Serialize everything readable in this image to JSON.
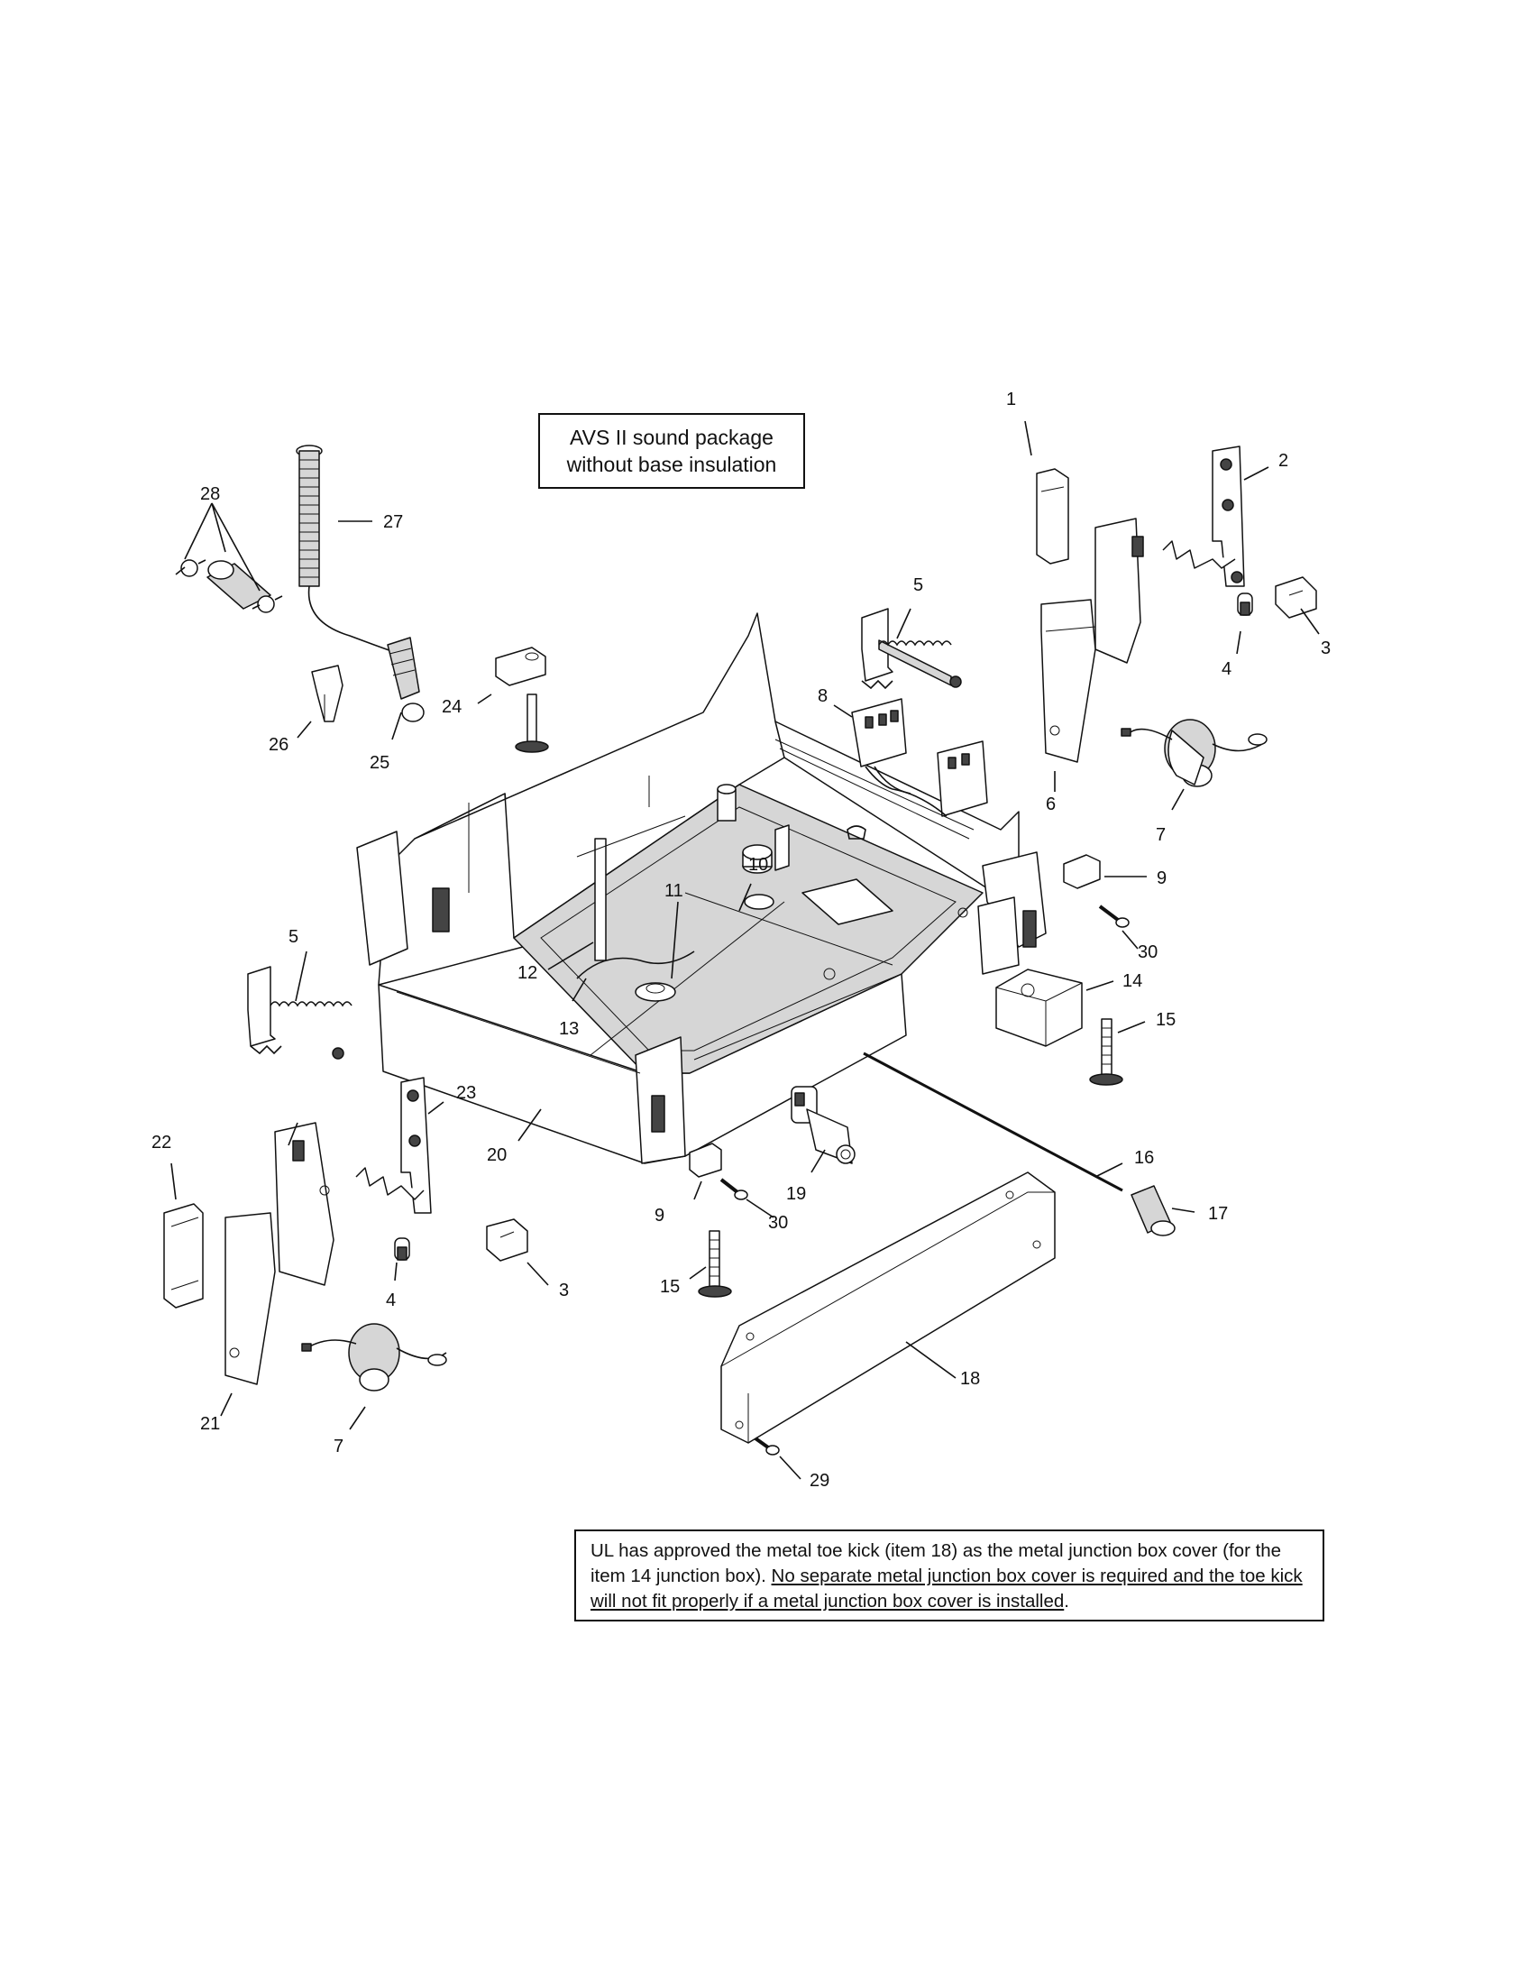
{
  "note": {
    "line1": "AVS II sound package",
    "line2": "without base insulation"
  },
  "ul_note": {
    "plain": "UL has approved the metal toe kick (item 18) as the metal junction box cover (for the item 14 junction box). ",
    "underlined": "No separate metal junction box cover is required and the toe kick will not fit properly if a metal junction box cover is installed",
    "end": "."
  },
  "callouts": {
    "c1": "1",
    "c2": "2",
    "c3a": "3",
    "c3b": "3",
    "c4a": "4",
    "c4b": "4",
    "c5a": "5",
    "c5b": "5",
    "c6": "6",
    "c7a": "7",
    "c7b": "7",
    "c8": "8",
    "c9a": "9",
    "c9b": "9",
    "c10": "10",
    "c11": "11",
    "c12": "12",
    "c13": "13",
    "c14": "14",
    "c15a": "15",
    "c15b": "15",
    "c16": "16",
    "c17": "17",
    "c18": "18",
    "c19": "19",
    "c20": "20",
    "c21": "21",
    "c22": "22",
    "c23": "23",
    "c24": "24",
    "c25": "25",
    "c26": "26",
    "c27": "27",
    "c28": "28",
    "c29": "29",
    "c30a": "30",
    "c30b": "30"
  }
}
